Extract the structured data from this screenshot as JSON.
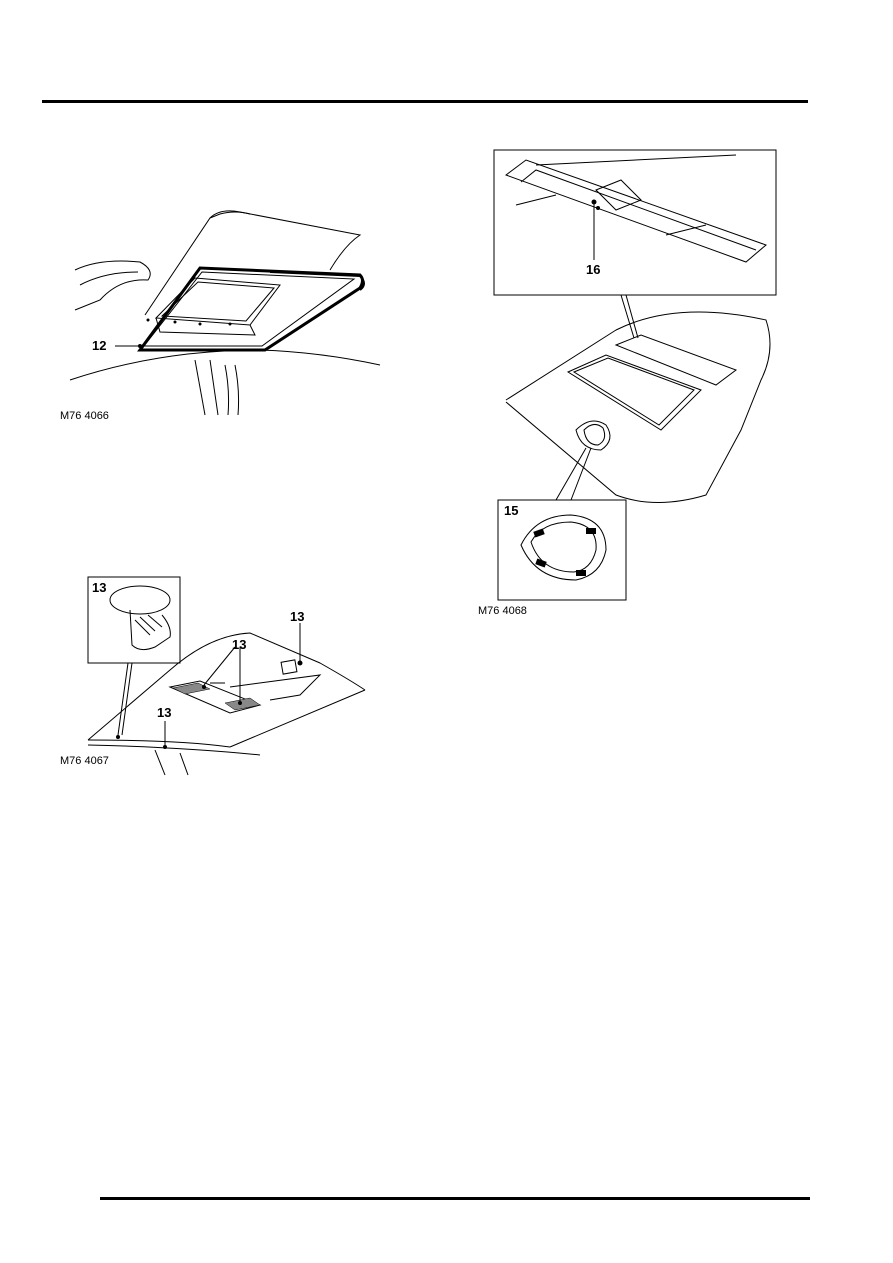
{
  "figures": [
    {
      "code": "M76 4066",
      "callouts": [
        "12"
      ]
    },
    {
      "code": "M76 4067",
      "callouts": [
        "13",
        "13",
        "13",
        "13"
      ]
    },
    {
      "code": "M76 4068",
      "callouts": [
        "16",
        "15"
      ]
    }
  ]
}
